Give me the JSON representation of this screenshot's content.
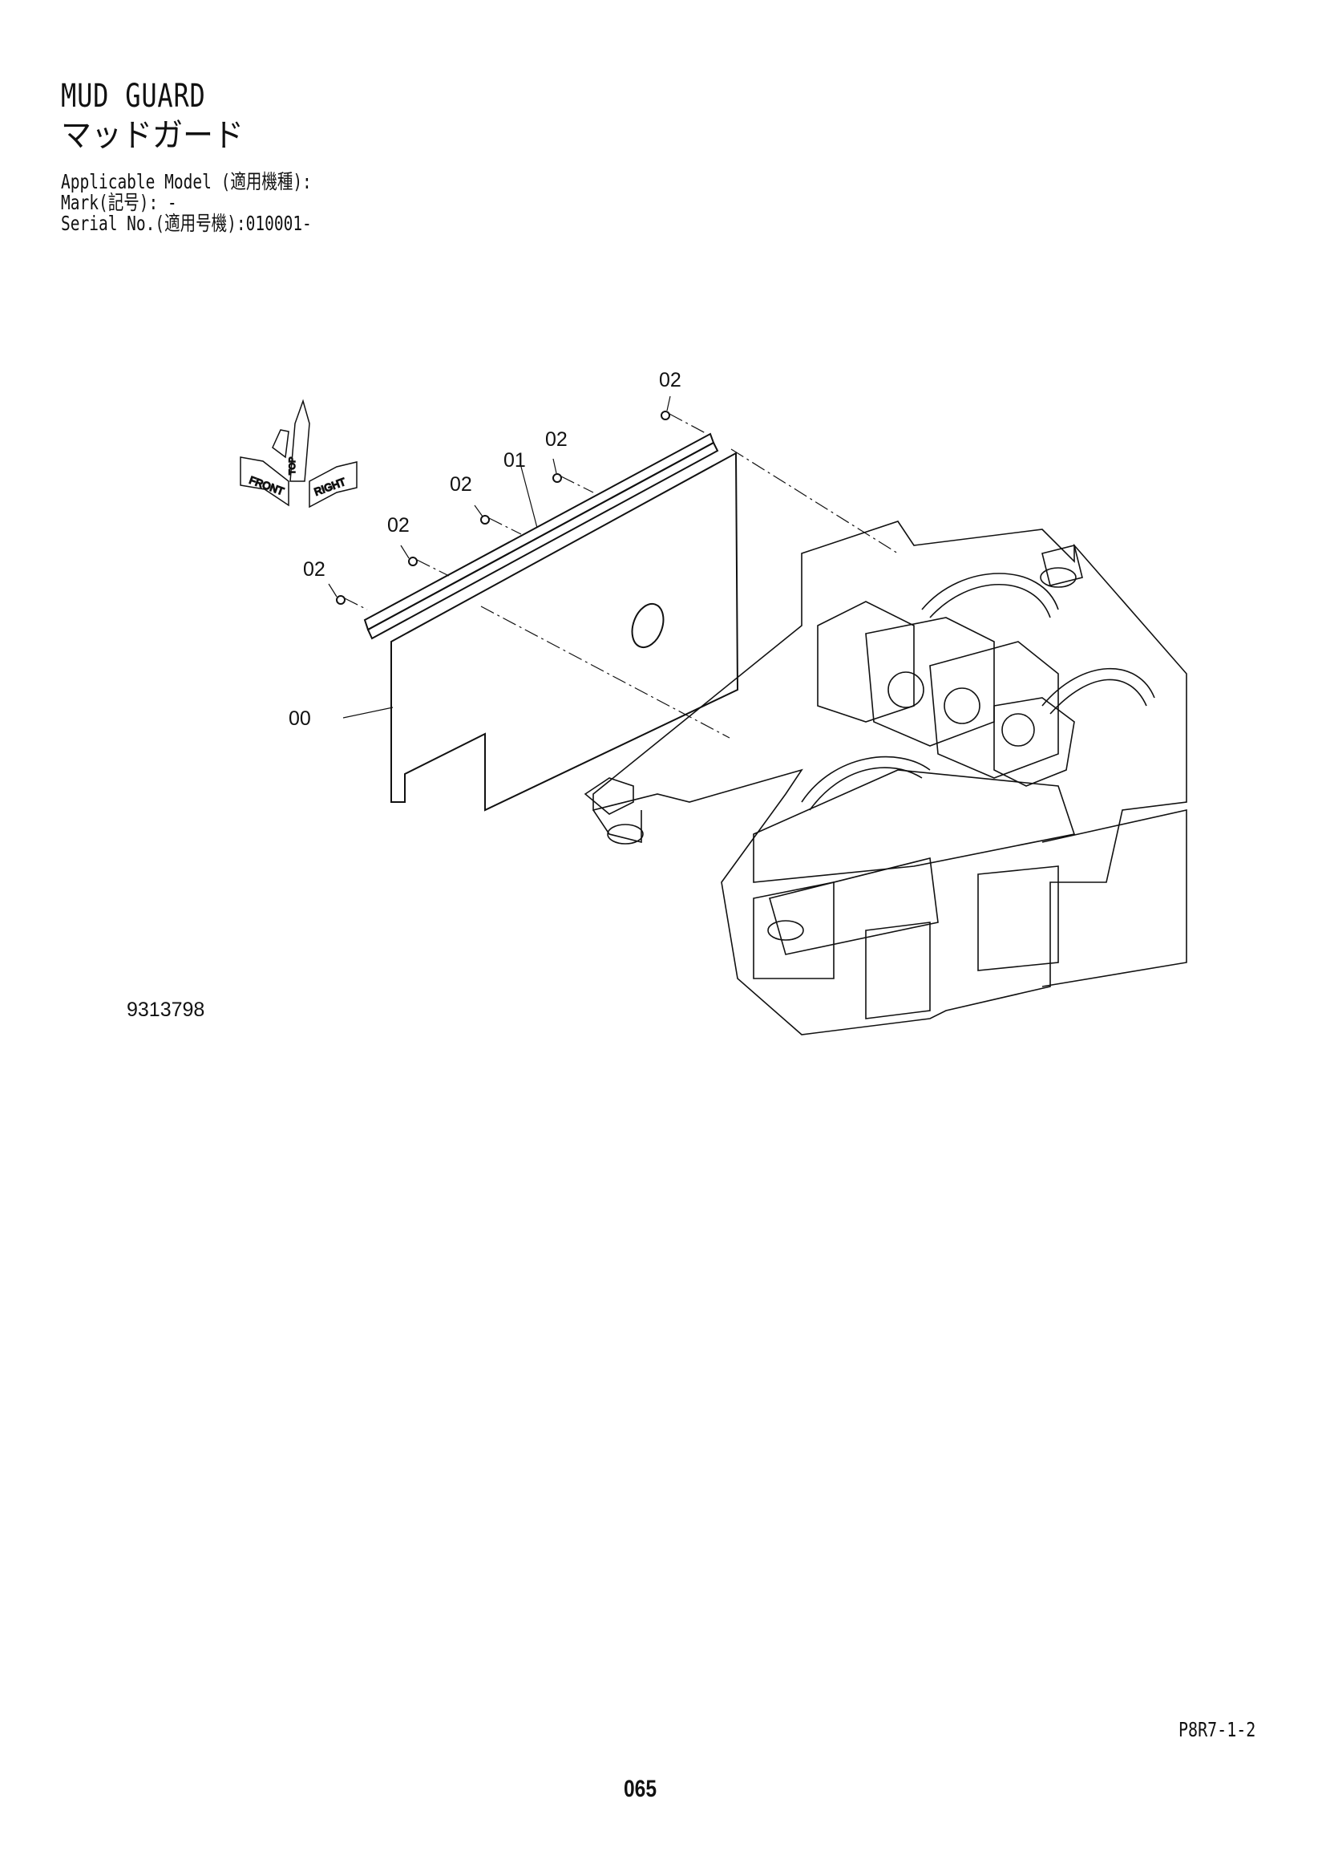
{
  "header": {
    "title_en": "MUD GUARD",
    "title_jp": "マッドガード",
    "applicable_model": "Applicable Model (適用機種):",
    "mark": "Mark(記号): -",
    "serial": "Serial No.(適用号機):010001-"
  },
  "drawing": {
    "orientation_labels": [
      "FRONT",
      "TOP",
      "RIGHT"
    ],
    "callouts": {
      "part_00": "00",
      "part_01": "01",
      "part_02": "02"
    },
    "figure_number": "9313798"
  },
  "footer": {
    "page_code": "P8R7-1-2",
    "page_number": "065"
  }
}
